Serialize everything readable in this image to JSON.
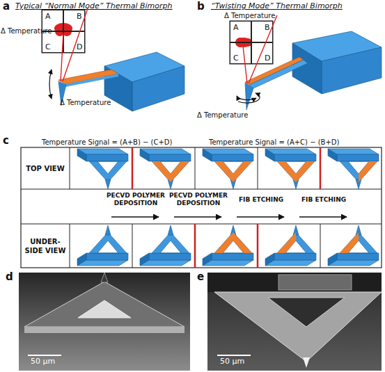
{
  "diagram": {
    "nodes": [
      {
        "text": [
          "A"
        ]
      },
      {
        "text": [
          "B"
        ]
      },
      {
        "text": [
          "C"
        ]
      },
      {
        "text": [
          "D"
        ]
      },
      {
        "text": [
          "A"
        ]
      },
      {
        "text": [
          "B"
        ]
      },
      {
        "text": [
          "C"
        ]
      },
      {
        "text": [
          "D"
        ]
      },
      {
        "text": [
          "TOP VIEW"
        ]
      },
      {
        "text": [
          "UNDER-SIDE VIEW"
        ]
      }
    ],
    "labels": [
      "a",
      "Typical “Normal Mode” Thermal Bimorph",
      "Δ Temperature",
      "Δ Temperature",
      "b",
      "“Twisting Mode” Thermal Bimorph",
      "Δ Temperature",
      "Δ Temperature",
      "c",
      "Temperature Signal = (A+B) − (C+D)",
      "Temperature Signal = (A+C) − (B+D)",
      "PECVD POLYMER DEPOSITION",
      "PECVD POLYMER DEPOSITION",
      "FIB ETCHING",
      "FIB ETCHING",
      "d",
      "e",
      "50 μm",
      "50 μm"
    ]
  }
}
